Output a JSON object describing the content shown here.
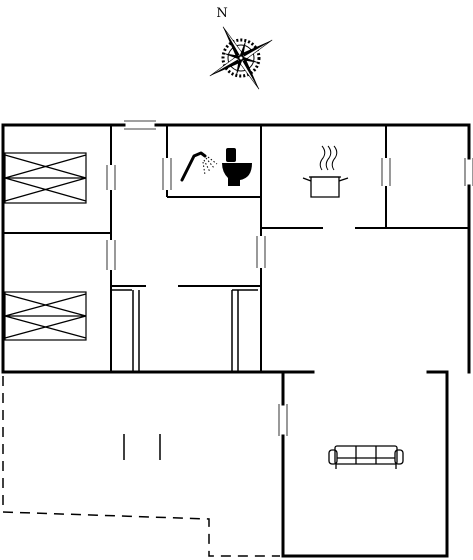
{
  "compass": {
    "north_label": "N"
  },
  "rooms": [
    {
      "id": "bedroom-1",
      "symbol": "bed-icon"
    },
    {
      "id": "bedroom-2",
      "symbol": "bed-icon"
    },
    {
      "id": "bathroom",
      "symbol": "shower-toilet-icon"
    },
    {
      "id": "kitchen",
      "symbol": "cooking-pot-icon"
    },
    {
      "id": "living-room",
      "symbol": "sofa-icon"
    },
    {
      "id": "terrace",
      "symbol": "dashed-outline"
    }
  ],
  "colors": {
    "wall": "#000000",
    "background": "#ffffff"
  }
}
